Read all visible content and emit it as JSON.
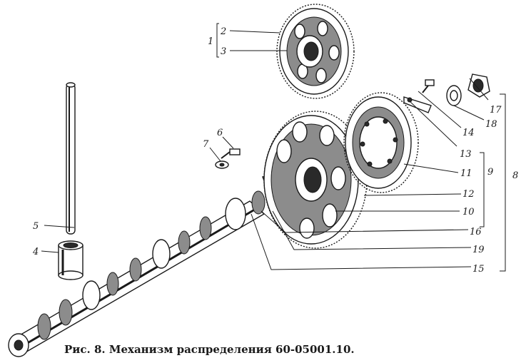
{
  "caption": "Рис. 8. Механизм распределения 60-05001.10.",
  "callouts": [
    "1",
    "2",
    "3",
    "4",
    "5",
    "6",
    "7",
    "8",
    "9",
    "10",
    "11",
    "12",
    "13",
    "14",
    "15",
    "16",
    "17",
    "18",
    "19"
  ],
  "colors": {
    "ink": "#1a1a1a",
    "paper": "#ffffff"
  }
}
